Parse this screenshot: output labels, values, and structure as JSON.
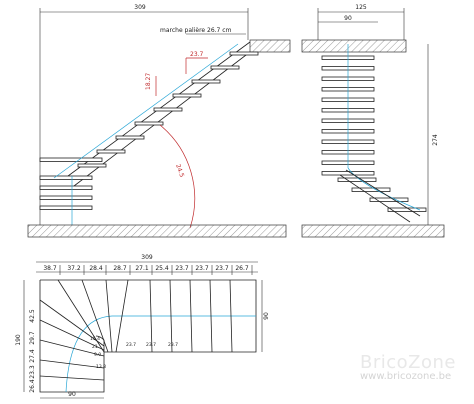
{
  "elevation_front": {
    "width_dim": "309",
    "tread_note": "marche palière 26.7 cm",
    "going_dim": "23.7",
    "riser_dim": "18.27",
    "arc_dim": "24.5"
  },
  "elevation_side": {
    "width_dim": "125",
    "inner_dim": "90",
    "height_dim": "274"
  },
  "plan": {
    "overall_dim": "309",
    "goings": [
      "38.7",
      "37.2",
      "28.4",
      "28.7",
      "27.1",
      "25.4",
      "23.7",
      "23.7",
      "23.7",
      "26.7"
    ],
    "left_dims": [
      "42.5",
      "29.7",
      "27.4",
      "23.3",
      "26.4"
    ],
    "left_total": "190",
    "right_dim": "90",
    "bottom_dim": "90",
    "inner_dims": [
      "15.4",
      "21",
      "9.0",
      "13.8",
      "23.7",
      "23.7",
      "23.7"
    ]
  },
  "watermark": {
    "name": "BricoZone",
    "url": "www.bricozone.be"
  }
}
